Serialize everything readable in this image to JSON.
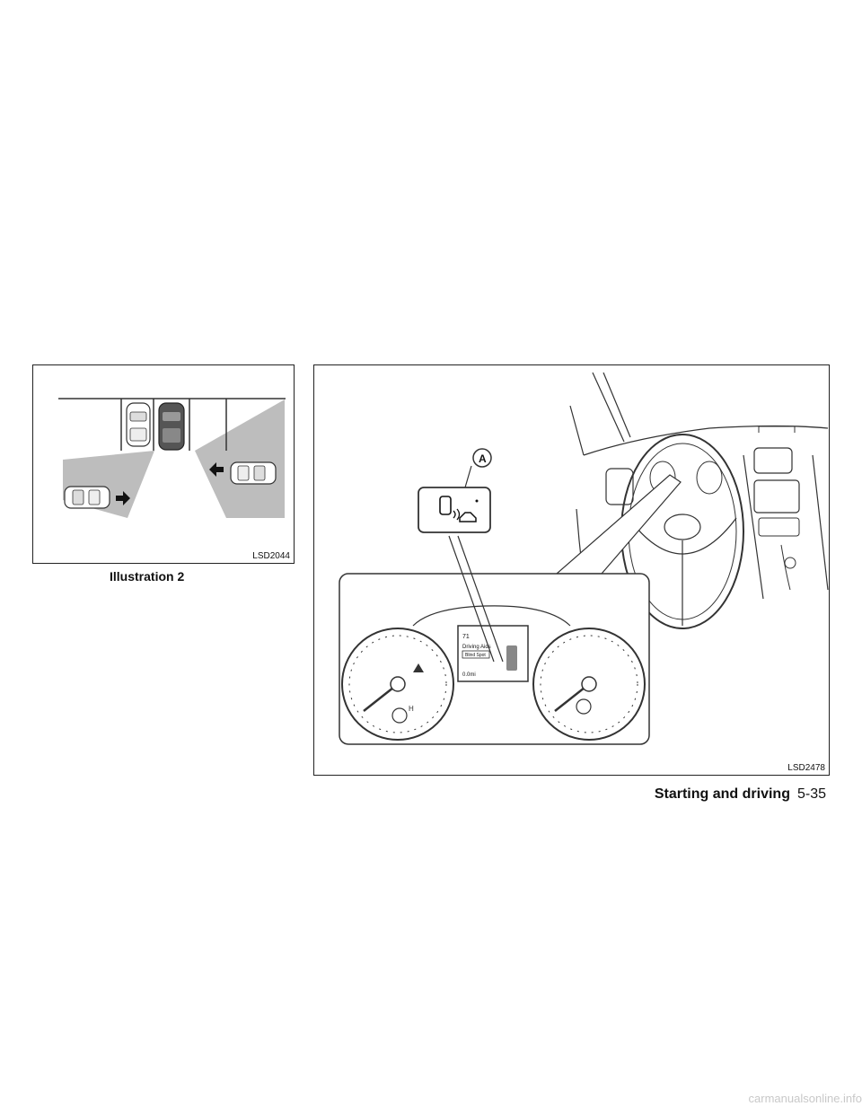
{
  "figures": {
    "illustration_2": {
      "code": "LSD2044",
      "caption": "Illustration 2"
    },
    "dashboard": {
      "code": "LSD2478",
      "callout_label": "A",
      "display": {
        "temp": "71",
        "menu_title": "Driving Aids",
        "menu_item": "Blind Spot",
        "odometer": "0.0mi"
      }
    }
  },
  "footer": {
    "section": "Starting and driving",
    "page": "5-35"
  },
  "watermark": "carmanualsonline.info"
}
